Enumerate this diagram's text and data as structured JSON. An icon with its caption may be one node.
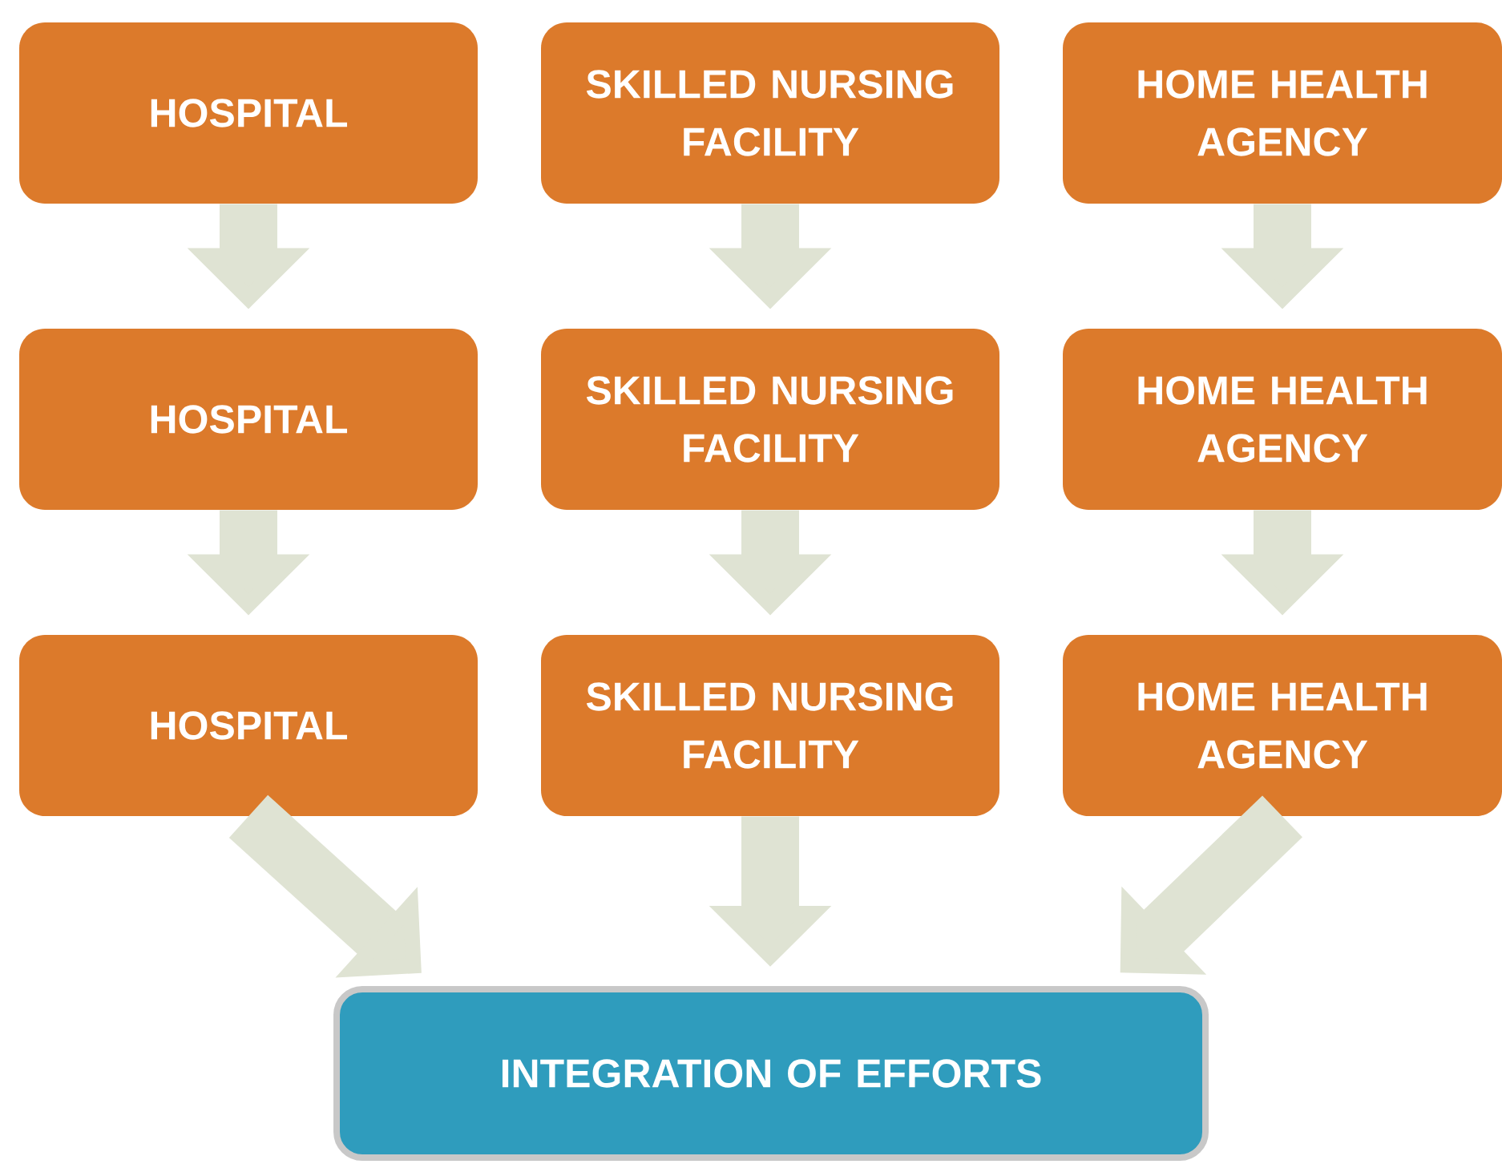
{
  "diagram": {
    "nodes": [
      {
        "text": [
          "HOSPITAL"
        ]
      },
      {
        "text": [
          "SKILLED NURSING FACILITY"
        ]
      },
      {
        "text": [
          "HOME HEALTH AGENCY"
        ]
      },
      {
        "text": [
          "HOSPITAL"
        ]
      },
      {
        "text": [
          "SKILLED NURSING FACILITY"
        ]
      },
      {
        "text": [
          "HOME HEALTH AGENCY"
        ]
      },
      {
        "text": [
          "HOSPITAL"
        ]
      },
      {
        "text": [
          "SKILLED NURSING FACILITY"
        ]
      },
      {
        "text": [
          "HOME HEALTH AGENCY"
        ]
      },
      {
        "text": [
          "INTEGRATION OF EFFORTS"
        ]
      }
    ],
    "edges": [
      {
        "from": 0,
        "to": 3,
        "arrow": "to"
      },
      {
        "from": 3,
        "to": 6,
        "arrow": "to"
      },
      {
        "from": 1,
        "to": 4,
        "arrow": "to"
      },
      {
        "from": 4,
        "to": 7,
        "arrow": "to"
      },
      {
        "from": 2,
        "to": 5,
        "arrow": "to"
      },
      {
        "from": 5,
        "to": 8,
        "arrow": "to"
      },
      {
        "from": 6,
        "to": 9,
        "arrow": "to"
      },
      {
        "from": 7,
        "to": 9,
        "arrow": "to"
      },
      {
        "from": 8,
        "to": 9,
        "arrow": "to"
      }
    ]
  }
}
